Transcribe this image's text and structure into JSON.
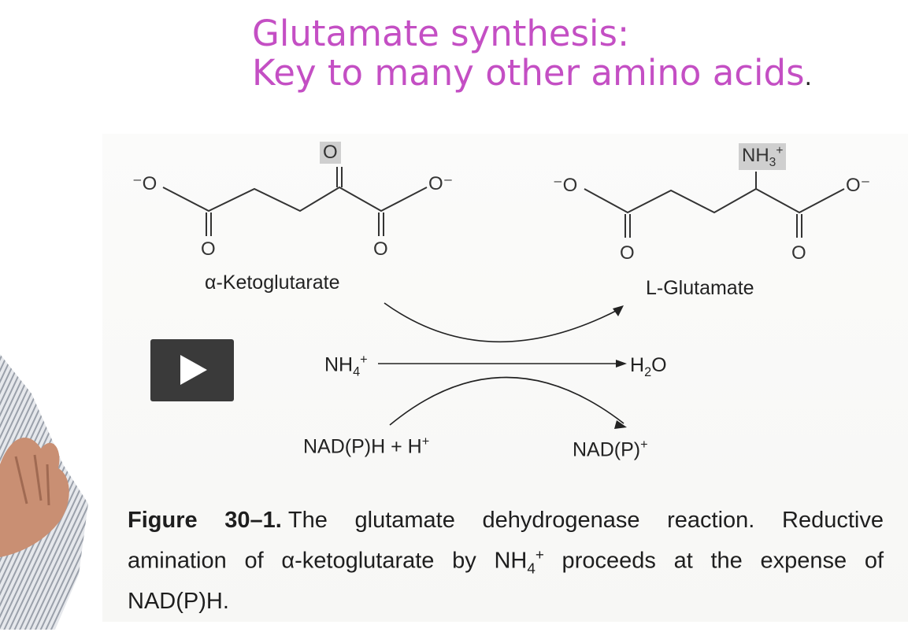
{
  "slide": {
    "title_line1": "Glutamate synthesis:",
    "title_line2": "Key to many other amino acids",
    "title_period": "."
  },
  "figure": {
    "ketoglutarate": {
      "name": "α-Ketoglutarate",
      "o_top": "O",
      "o_minus_left": "⁻O",
      "o_minus_right": "O⁻",
      "o_bottom_left": "O",
      "o_bottom_right": "O"
    },
    "glutamate": {
      "name": "L-Glutamate",
      "nh3": "NH",
      "nh3_sub": "3",
      "nh3_sup": "+",
      "o_minus_left": "⁻O",
      "o_minus_right": "O⁻",
      "o_bottom_left": "O",
      "o_bottom_right": "O"
    },
    "reactants": {
      "nh4": "NH",
      "nh4_sub": "4",
      "nh4_sup": "+",
      "nadph": "NAD(P)H + H",
      "nadph_sup": "+"
    },
    "products": {
      "h2o_h": "H",
      "h2o_sub": "2",
      "h2o_o": "O",
      "nadp": "NAD(P)",
      "nadp_sup": "+"
    },
    "caption": {
      "number": "Figure 30–1.",
      "text_part1": "The glutamate dehydrogenase reaction. Reductive amination of α-ketoglutarate by NH",
      "sub": "4",
      "sup": "+",
      "text_part2": " proceeds at the expense of NAD(P)H."
    }
  },
  "video": {
    "play_icon": "play-icon"
  },
  "colors": {
    "title": "#c44fc4",
    "play_button": "#3a3a3a",
    "highlight": "#cfcfcf"
  }
}
